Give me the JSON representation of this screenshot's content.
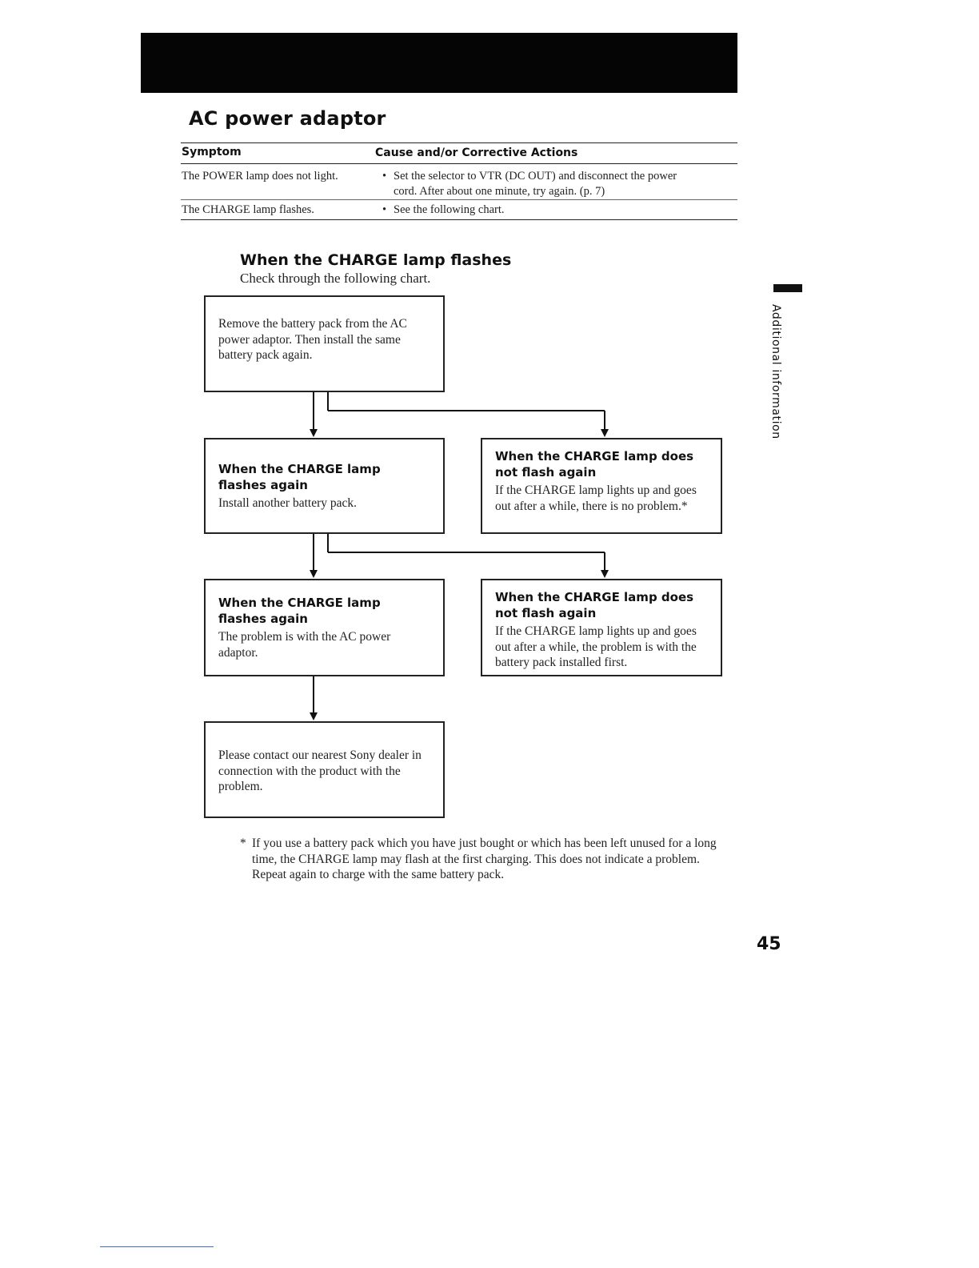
{
  "section_title": "AC power adaptor",
  "table": {
    "headers": {
      "symptom": "Symptom",
      "cause": "Cause and/or Corrective Actions"
    },
    "rows": [
      {
        "symptom": "The POWER lamp does not light.",
        "cause": "Set the selector to VTR (DC OUT) and disconnect the power cord. After about one minute, try again. (p. 7)"
      },
      {
        "symptom": "The CHARGE lamp flashes.",
        "cause": "See the following chart."
      }
    ]
  },
  "chart_section": {
    "title": "When the CHARGE lamp flashes",
    "intro": "Check through the following chart."
  },
  "flowchart": {
    "start": {
      "body": "Remove the battery pack from the AC power adaptor. Then install the same battery pack again."
    },
    "left1": {
      "title": "When the CHARGE lamp flashes again",
      "body": "Install another battery pack."
    },
    "right1": {
      "title": "When the CHARGE lamp does not flash again",
      "body": "If the CHARGE lamp lights up and goes out after a while, there is no problem.*"
    },
    "left2": {
      "title": "When the CHARGE lamp flashes again",
      "body": "The problem is with the AC power adaptor."
    },
    "right2": {
      "title": "When the CHARGE lamp does not flash again",
      "body": "If the CHARGE lamp lights up and goes out after a while, the problem is with the battery pack installed first."
    },
    "end": {
      "body": "Please contact our nearest Sony dealer in connection with the product with the problem."
    }
  },
  "footnote": {
    "mark": "*",
    "text": "If you use a battery pack which you have just bought or which has been left unused for a long time, the CHARGE lamp may flash at the first charging. This does not indicate a problem. Repeat again to charge with the same battery pack."
  },
  "side_label": "Additional information",
  "page_number": "45"
}
